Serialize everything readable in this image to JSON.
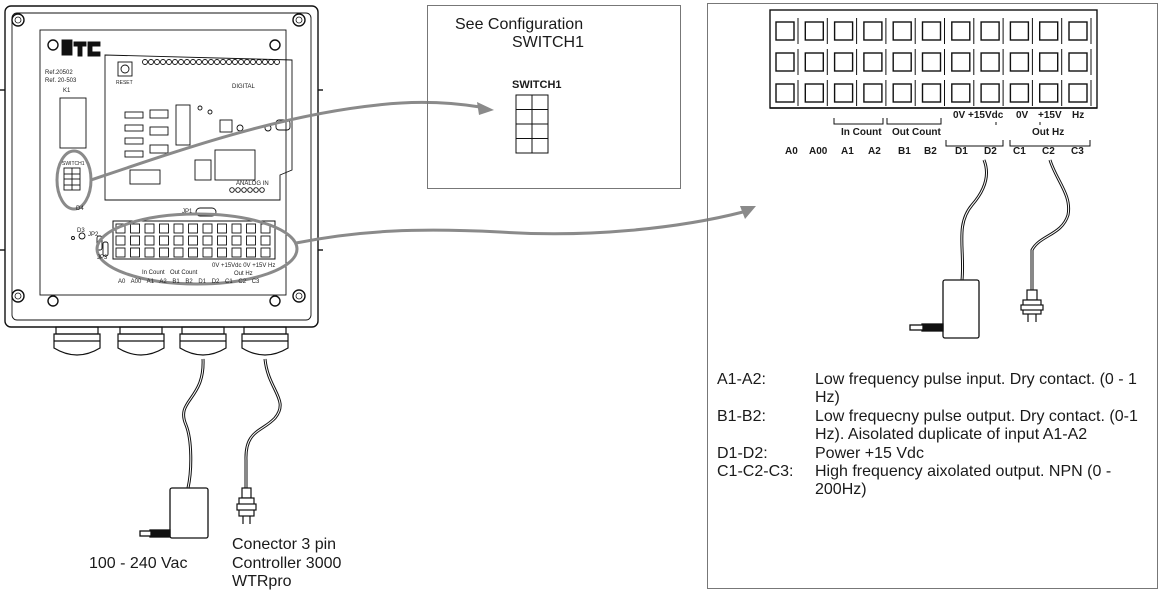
{
  "config_box": {
    "title_line1": "See Configuration",
    "title_line2": "SWITCH1",
    "switch_label": "SWITCH1"
  },
  "enclosure": {
    "ref1": "Ref.20502",
    "ref2": "Ref. 20-503",
    "k1": "K1",
    "switch1": "SWITCH1",
    "reset": "RESET",
    "digital": "DIGITAL",
    "analog_in": "ANALOG IN",
    "jp1": "JP1",
    "jp2": "JP2",
    "jp3": "JP3",
    "d3": "D3",
    "d4": "D4",
    "in_count": "In Count",
    "out_count": "Out Count",
    "voltage_header": "0V +15Vdc 0V +15V Hz",
    "out_hz": "Out Hz",
    "terminals": "A0 A00 A1 A2 B1 B2 D1 D2 C1 C2 C3"
  },
  "cables": {
    "power_label": "100 - 240 Vac",
    "connector_line1": "Conector 3 pin",
    "connector_line2": "Controller 3000",
    "connector_line3": "WTRpro"
  },
  "terminal_block": {
    "in_count": "In Count",
    "out_count": "Out Count",
    "v0_a": "0V",
    "v15dc": "+15Vdc",
    "v0_b": "0V",
    "v15": "+15V",
    "hz": "Hz",
    "out_hz": "Out Hz",
    "terminals": [
      "A0",
      "A00",
      "A1",
      "A2",
      "B1",
      "B2",
      "D1",
      "D2",
      "C1",
      "C2",
      "C3"
    ]
  },
  "legend": [
    {
      "term": "A1-A2:",
      "text": "Low frequency pulse input. Dry contact. (0 - 1 Hz)"
    },
    {
      "term": "B1-B2:",
      "text": "Low frequecny pulse output. Dry contact. (0-1 Hz). Aisolated duplicate of input A1-A2"
    },
    {
      "term": "D1-D2:",
      "text": "Power +15 Vdc"
    },
    {
      "term": "C1-C2-C3:",
      "text": "High frequency aixolated output. NPN (0 - 200Hz)"
    }
  ]
}
